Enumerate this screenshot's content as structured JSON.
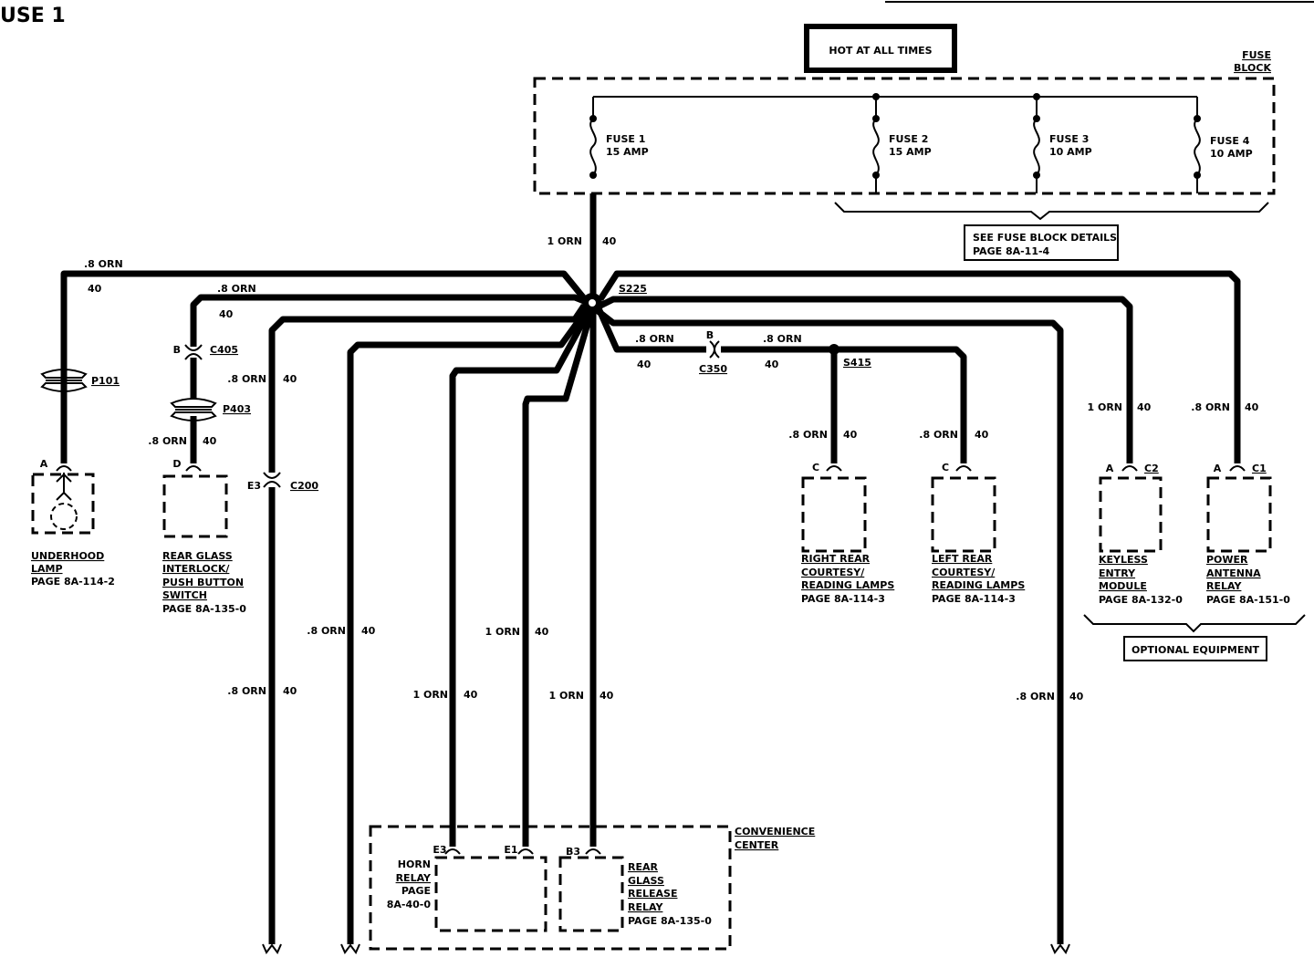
{
  "title": "USE 1",
  "hot_label": "HOT AT ALL TIMES",
  "fuse_block": {
    "line1": "FUSE",
    "line2": "BLOCK"
  },
  "fuses": [
    {
      "name": "FUSE 1",
      "rating": "15 AMP"
    },
    {
      "name": "FUSE 2",
      "rating": "15 AMP"
    },
    {
      "name": "FUSE 3",
      "rating": "10 AMP"
    },
    {
      "name": "FUSE 4",
      "rating": "10 AMP"
    }
  ],
  "fuse_details": {
    "line1": "SEE FUSE BLOCK DETAILS",
    "line2": "PAGE 8A-11-4"
  },
  "splices": {
    "s225": "S225",
    "s415": "S415"
  },
  "connectors": {
    "c405": "C405",
    "c405_pin": "B",
    "p101": "P101",
    "p403": "P403",
    "c200": "C200",
    "c200_pin": "E3",
    "c350": "C350",
    "c350_pin": "B",
    "c2": "C2",
    "c1": "C1",
    "pin_a": "A",
    "pin_d": "D",
    "pin_c": "C",
    "pin_e3": "E3",
    "pin_e1": "E1",
    "pin_b3": "B3"
  },
  "wires": {
    "main_size": "1 ORN",
    "main_circuit": "40",
    "underhood_size": ".8 ORN",
    "underhood_circuit": "40",
    "rearglass_size": ".8 ORN",
    "rearglass_circuit": "40",
    "rearglass_lower_size": ".8 ORN",
    "rearglass_lower_circuit": "40",
    "c200_size": ".8 ORN",
    "c200_circuit": "40",
    "c200_lower_size": ".8 ORN",
    "c200_lower_circuit": "40",
    "wire4_size": ".8 ORN",
    "wire4_circuit": "40",
    "horn_size": "1 ORN",
    "horn_circuit": "40",
    "e1_size": "1 ORN",
    "e1_circuit": "40",
    "b3_size": "1 ORN",
    "b3_circuit": "40",
    "c350_left_size": ".8 ORN",
    "c350_left_circuit": "40",
    "c350_right_size": ".8 ORN",
    "c350_right_circuit": "40",
    "right_courtesy_size": ".8 ORN",
    "right_courtesy_circuit": "40",
    "left_courtesy_size": ".8 ORN",
    "left_courtesy_circuit": "40",
    "right_bottom_size": ".8 ORN",
    "right_bottom_circuit": "40",
    "keyless_size": "1 ORN",
    "keyless_circuit": "40",
    "antenna_size": ".8 ORN",
    "antenna_circuit": "40"
  },
  "components": {
    "underhood": [
      "UNDERHOOD",
      "LAMP",
      "PAGE 8A-114-2"
    ],
    "rear_glass_switch": [
      "REAR GLASS",
      "INTERLOCK/",
      "PUSH BUTTON",
      "SWITCH",
      "PAGE 8A-135-0"
    ],
    "right_rear": [
      "RIGHT REAR",
      "COURTESY/",
      "READING LAMPS",
      "PAGE 8A-114-3"
    ],
    "left_rear": [
      "LEFT REAR",
      "COURTESY/",
      "READING LAMPS",
      "PAGE 8A-114-3"
    ],
    "keyless": [
      "KEYLESS",
      "ENTRY",
      "MODULE",
      "PAGE 8A-132-0"
    ],
    "antenna": [
      "POWER",
      "ANTENNA",
      "RELAY",
      "PAGE 8A-151-0"
    ],
    "horn": [
      "HORN",
      "RELAY",
      "PAGE",
      "8A-40-0"
    ],
    "rear_glass_relay": [
      "REAR",
      "GLASS",
      "RELEASE",
      "RELAY",
      "PAGE 8A-135-0"
    ],
    "convenience": [
      "CONVENIENCE",
      "CENTER"
    ]
  },
  "optional_equipment": "OPTIONAL EQUIPMENT"
}
